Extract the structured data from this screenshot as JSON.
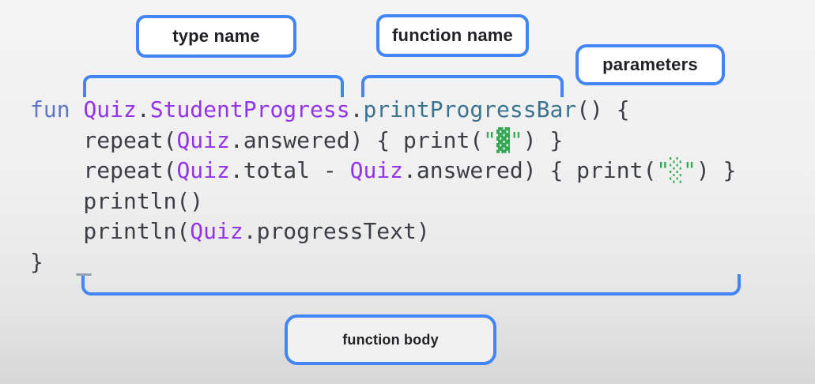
{
  "slide": {
    "background_top": "#F4F4F4",
    "background_bottom": "#D7D7D7"
  },
  "colors": {
    "accent_blue": "#4285F4",
    "label_text": "#1F2124",
    "code_keyword": "#5C78C7",
    "code_type": "#9334E6",
    "code_function": "#3A7490",
    "code_plain": "#3B3E45",
    "code_string": "#34A853"
  },
  "labels": {
    "type_name": "type name",
    "function_name": "function name",
    "parameters": "parameters",
    "function_body": "function body"
  },
  "code": {
    "language": "kotlin",
    "lines": [
      [
        {
          "text": "fun ",
          "color": "code_keyword"
        },
        {
          "text": "Quiz",
          "color": "code_type"
        },
        {
          "text": ".",
          "color": "code_plain"
        },
        {
          "text": "StudentProgress",
          "color": "code_type"
        },
        {
          "text": ".",
          "color": "code_plain"
        },
        {
          "text": "printProgressBar",
          "color": "code_function"
        },
        {
          "text": "() {",
          "color": "code_plain"
        }
      ],
      [
        {
          "text": "    repeat(",
          "color": "code_plain"
        },
        {
          "text": "Quiz",
          "color": "code_type"
        },
        {
          "text": ".answered) { print(",
          "color": "code_plain"
        },
        {
          "text": "\"▓\"",
          "color": "code_string"
        },
        {
          "text": ") }",
          "color": "code_plain"
        }
      ],
      [
        {
          "text": "    repeat(",
          "color": "code_plain"
        },
        {
          "text": "Quiz",
          "color": "code_type"
        },
        {
          "text": ".total - ",
          "color": "code_plain"
        },
        {
          "text": "Quiz",
          "color": "code_type"
        },
        {
          "text": ".answered) { print(",
          "color": "code_plain"
        },
        {
          "text": "\"░\"",
          "color": "code_string"
        },
        {
          "text": ") }",
          "color": "code_plain"
        }
      ],
      [
        {
          "text": "    println()",
          "color": "code_plain"
        }
      ],
      [
        {
          "text": "    println(",
          "color": "code_plain"
        },
        {
          "text": "Quiz",
          "color": "code_type"
        },
        {
          "text": ".progressText)",
          "color": "code_plain"
        }
      ],
      [
        {
          "text": "}",
          "color": "code_plain"
        }
      ]
    ]
  }
}
